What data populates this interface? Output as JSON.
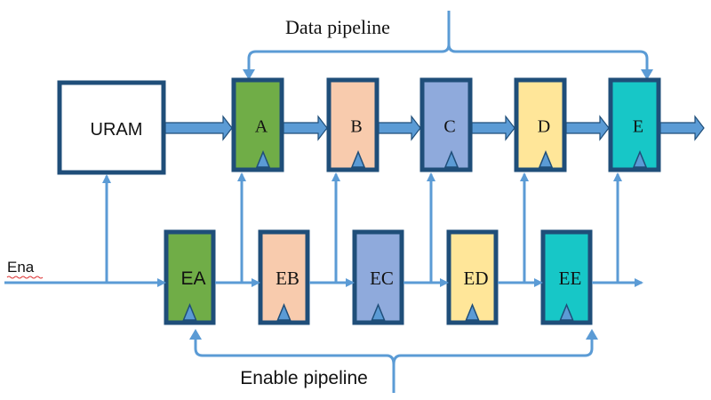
{
  "title_data_pipeline": "Data pipeline",
  "title_enable_pipeline": "Enable pipeline",
  "input_label": "Ena",
  "memory": {
    "label": "URAM"
  },
  "data_regs": [
    {
      "label": "A",
      "color": "#70ad47"
    },
    {
      "label": "B",
      "color": "#f8cbad"
    },
    {
      "label": "C",
      "color": "#8faadc"
    },
    {
      "label": "D",
      "color": "#ffe699"
    },
    {
      "label": "E",
      "color": "#17c7c7"
    }
  ],
  "enable_regs": [
    {
      "label": "EA",
      "color": "#70ad47"
    },
    {
      "label": "EB",
      "color": "#f8cbad"
    },
    {
      "label": "EC",
      "color": "#8faadc"
    },
    {
      "label": "ED",
      "color": "#ffe699"
    },
    {
      "label": "EE",
      "color": "#17c7c7"
    }
  ],
  "colors": {
    "box_border": "#1f4e79",
    "wire": "#5b9bd5",
    "text": "#111111"
  }
}
